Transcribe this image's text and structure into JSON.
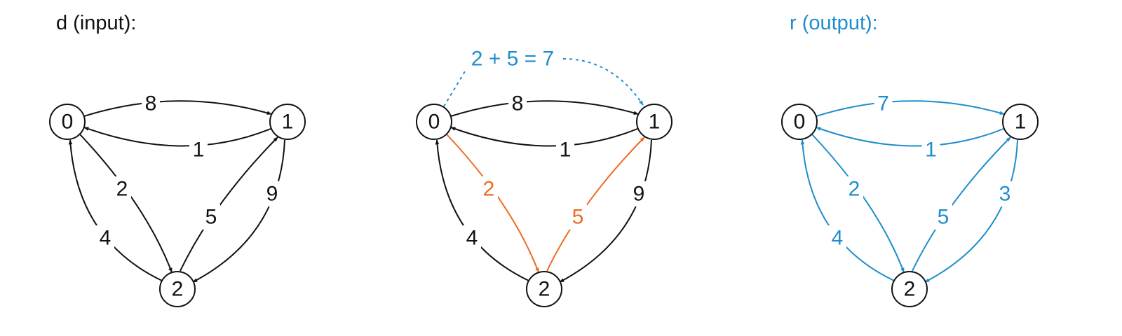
{
  "colors": {
    "black": "#111111",
    "orange": "#ef6a22",
    "blue": "#1f8dcc"
  },
  "panels": [
    {
      "id": "input",
      "title": "d (input):",
      "title_color": "black",
      "nodes": [
        "0",
        "1",
        "2"
      ],
      "edges": [
        {
          "from": "0",
          "to": "1",
          "label": "8",
          "color": "black"
        },
        {
          "from": "1",
          "to": "0",
          "label": "1",
          "color": "black"
        },
        {
          "from": "0",
          "to": "2",
          "label": "2",
          "color": "black"
        },
        {
          "from": "2",
          "to": "0",
          "label": "4",
          "color": "black"
        },
        {
          "from": "2",
          "to": "1",
          "label": "5",
          "color": "black"
        },
        {
          "from": "1",
          "to": "2",
          "label": "9",
          "color": "black"
        }
      ]
    },
    {
      "id": "step",
      "title": "",
      "title_color": "black",
      "nodes": [
        "0",
        "1",
        "2"
      ],
      "edges": [
        {
          "from": "0",
          "to": "1",
          "label": "8",
          "color": "black"
        },
        {
          "from": "1",
          "to": "0",
          "label": "1",
          "color": "black"
        },
        {
          "from": "0",
          "to": "2",
          "label": "2",
          "color": "orange"
        },
        {
          "from": "2",
          "to": "0",
          "label": "4",
          "color": "black"
        },
        {
          "from": "2",
          "to": "1",
          "label": "5",
          "color": "orange"
        },
        {
          "from": "1",
          "to": "2",
          "label": "9",
          "color": "black"
        }
      ],
      "annotation": {
        "text": "2 + 5 = 7",
        "color": "blue"
      }
    },
    {
      "id": "output",
      "title": "r (output):",
      "title_color": "blue",
      "nodes": [
        "0",
        "1",
        "2"
      ],
      "edges": [
        {
          "from": "0",
          "to": "1",
          "label": "7",
          "color": "blue"
        },
        {
          "from": "1",
          "to": "0",
          "label": "1",
          "color": "blue"
        },
        {
          "from": "0",
          "to": "2",
          "label": "2",
          "color": "blue"
        },
        {
          "from": "2",
          "to": "0",
          "label": "4",
          "color": "blue"
        },
        {
          "from": "2",
          "to": "1",
          "label": "5",
          "color": "blue"
        },
        {
          "from": "1",
          "to": "2",
          "label": "3",
          "color": "blue"
        }
      ],
      "node_color": "black"
    }
  ]
}
